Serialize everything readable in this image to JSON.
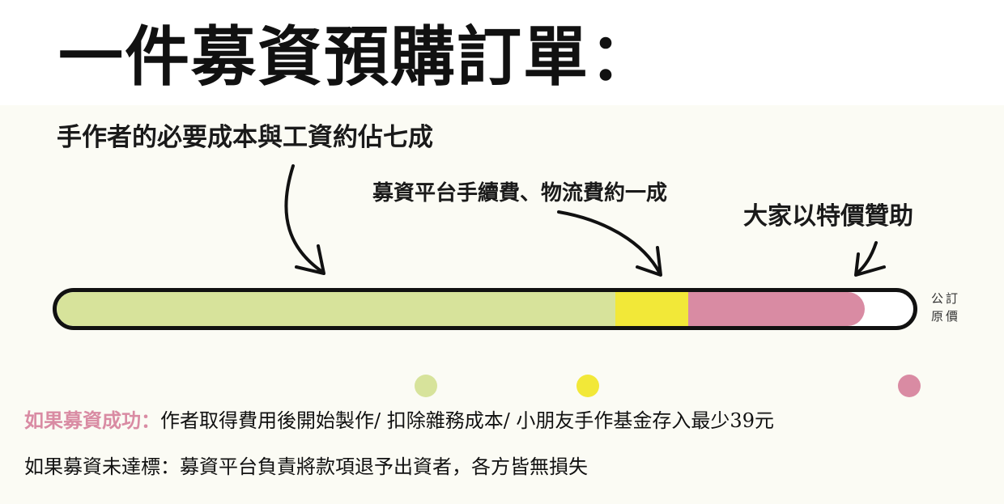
{
  "title": "一件募資預購訂單：",
  "annotations": {
    "labor": "手作者的必要成本與工資約佔七成",
    "fees": "募資平台手續費、物流費約一成",
    "sponsor": "大家以特價贊助"
  },
  "original_price": {
    "line1": "公訂",
    "line2": "原價"
  },
  "progress_bar": {
    "segments": [
      {
        "name": "labor",
        "start": 0.0,
        "end": 0.652,
        "color": "#d7e39b"
      },
      {
        "name": "fees",
        "start": 0.652,
        "end": 0.737,
        "color": "#f2e838"
      },
      {
        "name": "sponsor",
        "start": 0.737,
        "end": 0.943,
        "color": "#d98ba3"
      }
    ]
  },
  "legend_dots": [
    {
      "name": "labor-dot",
      "color": "#d7e39b"
    },
    {
      "name": "fees-dot",
      "color": "#f2e838"
    },
    {
      "name": "sponsor-dot",
      "color": "#d98ba3"
    }
  ],
  "outcomes": {
    "success_label": "如果募資成功：",
    "success_label_color": "#d98ba3",
    "success_text": "作者取得費用後開始製作/  扣除雜務成本/  小朋友手作基金存入最少39元",
    "fail_label": "如果募資未達標：",
    "fail_text": "募資平台負責將款項退予出資者，各方皆無損失"
  }
}
